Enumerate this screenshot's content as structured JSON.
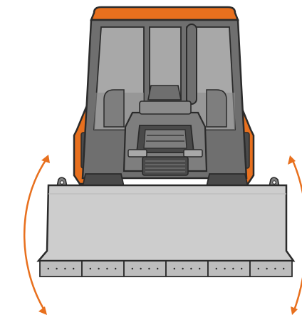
{
  "illustration": {
    "subject": "bulldozer-front-view",
    "colors": {
      "accent": "#E8701E",
      "accent_dark": "#B9510F",
      "cab_frame": "#6F6F6F",
      "glass": "#A8A8A8",
      "glass_dark": "#8C8C8C",
      "body": "#7E7E7E",
      "body_dark": "#4A4A4A",
      "blade": "#CDCDCD",
      "blade_edge": "#BDBDBD",
      "outline": "#2B2B2B",
      "arrow": "#E8701E"
    },
    "blade_segments": 6,
    "tilt_arrows": [
      "left-tilt-arrow",
      "right-tilt-arrow"
    ]
  }
}
